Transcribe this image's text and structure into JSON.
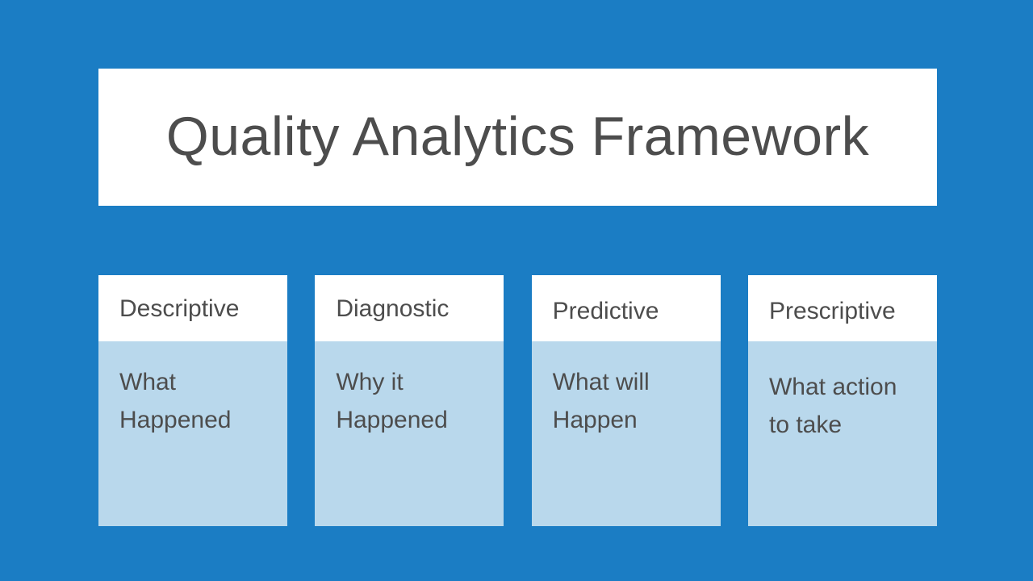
{
  "slide": {
    "background_color": "#1b7dc4",
    "title": "Quality Analytics Framework",
    "title_panel_color": "#ffffff",
    "text_color": "#4d4d4d",
    "card_header_color": "#ffffff",
    "card_body_color": "#b9d8ec"
  },
  "cards": [
    {
      "header": "Descriptive",
      "body": "What\nHappened"
    },
    {
      "header": "Diagnostic",
      "body": "Why it\nHappened"
    },
    {
      "header": "Predictive",
      "body": "What will\nHappen"
    },
    {
      "header": "Prescriptive",
      "body": "What action\nto take"
    }
  ]
}
